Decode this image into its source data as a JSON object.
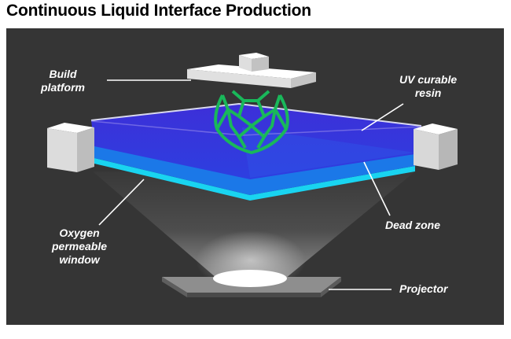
{
  "title": "Continuous Liquid Interface Production",
  "labels": {
    "build_platform": "Build\nplatform",
    "uv_resin": "UV curable\nresin",
    "oxygen_window": "Oxygen\npermeable\nwindow",
    "dead_zone": "Dead zone",
    "projector": "Projector"
  },
  "colors": {
    "background": "#353535",
    "resin": "#3a2fd6",
    "dead_zone": "#1f86f2",
    "window": "#19d4f0",
    "object": "#19b85a",
    "platform": "#f2f2f2"
  }
}
